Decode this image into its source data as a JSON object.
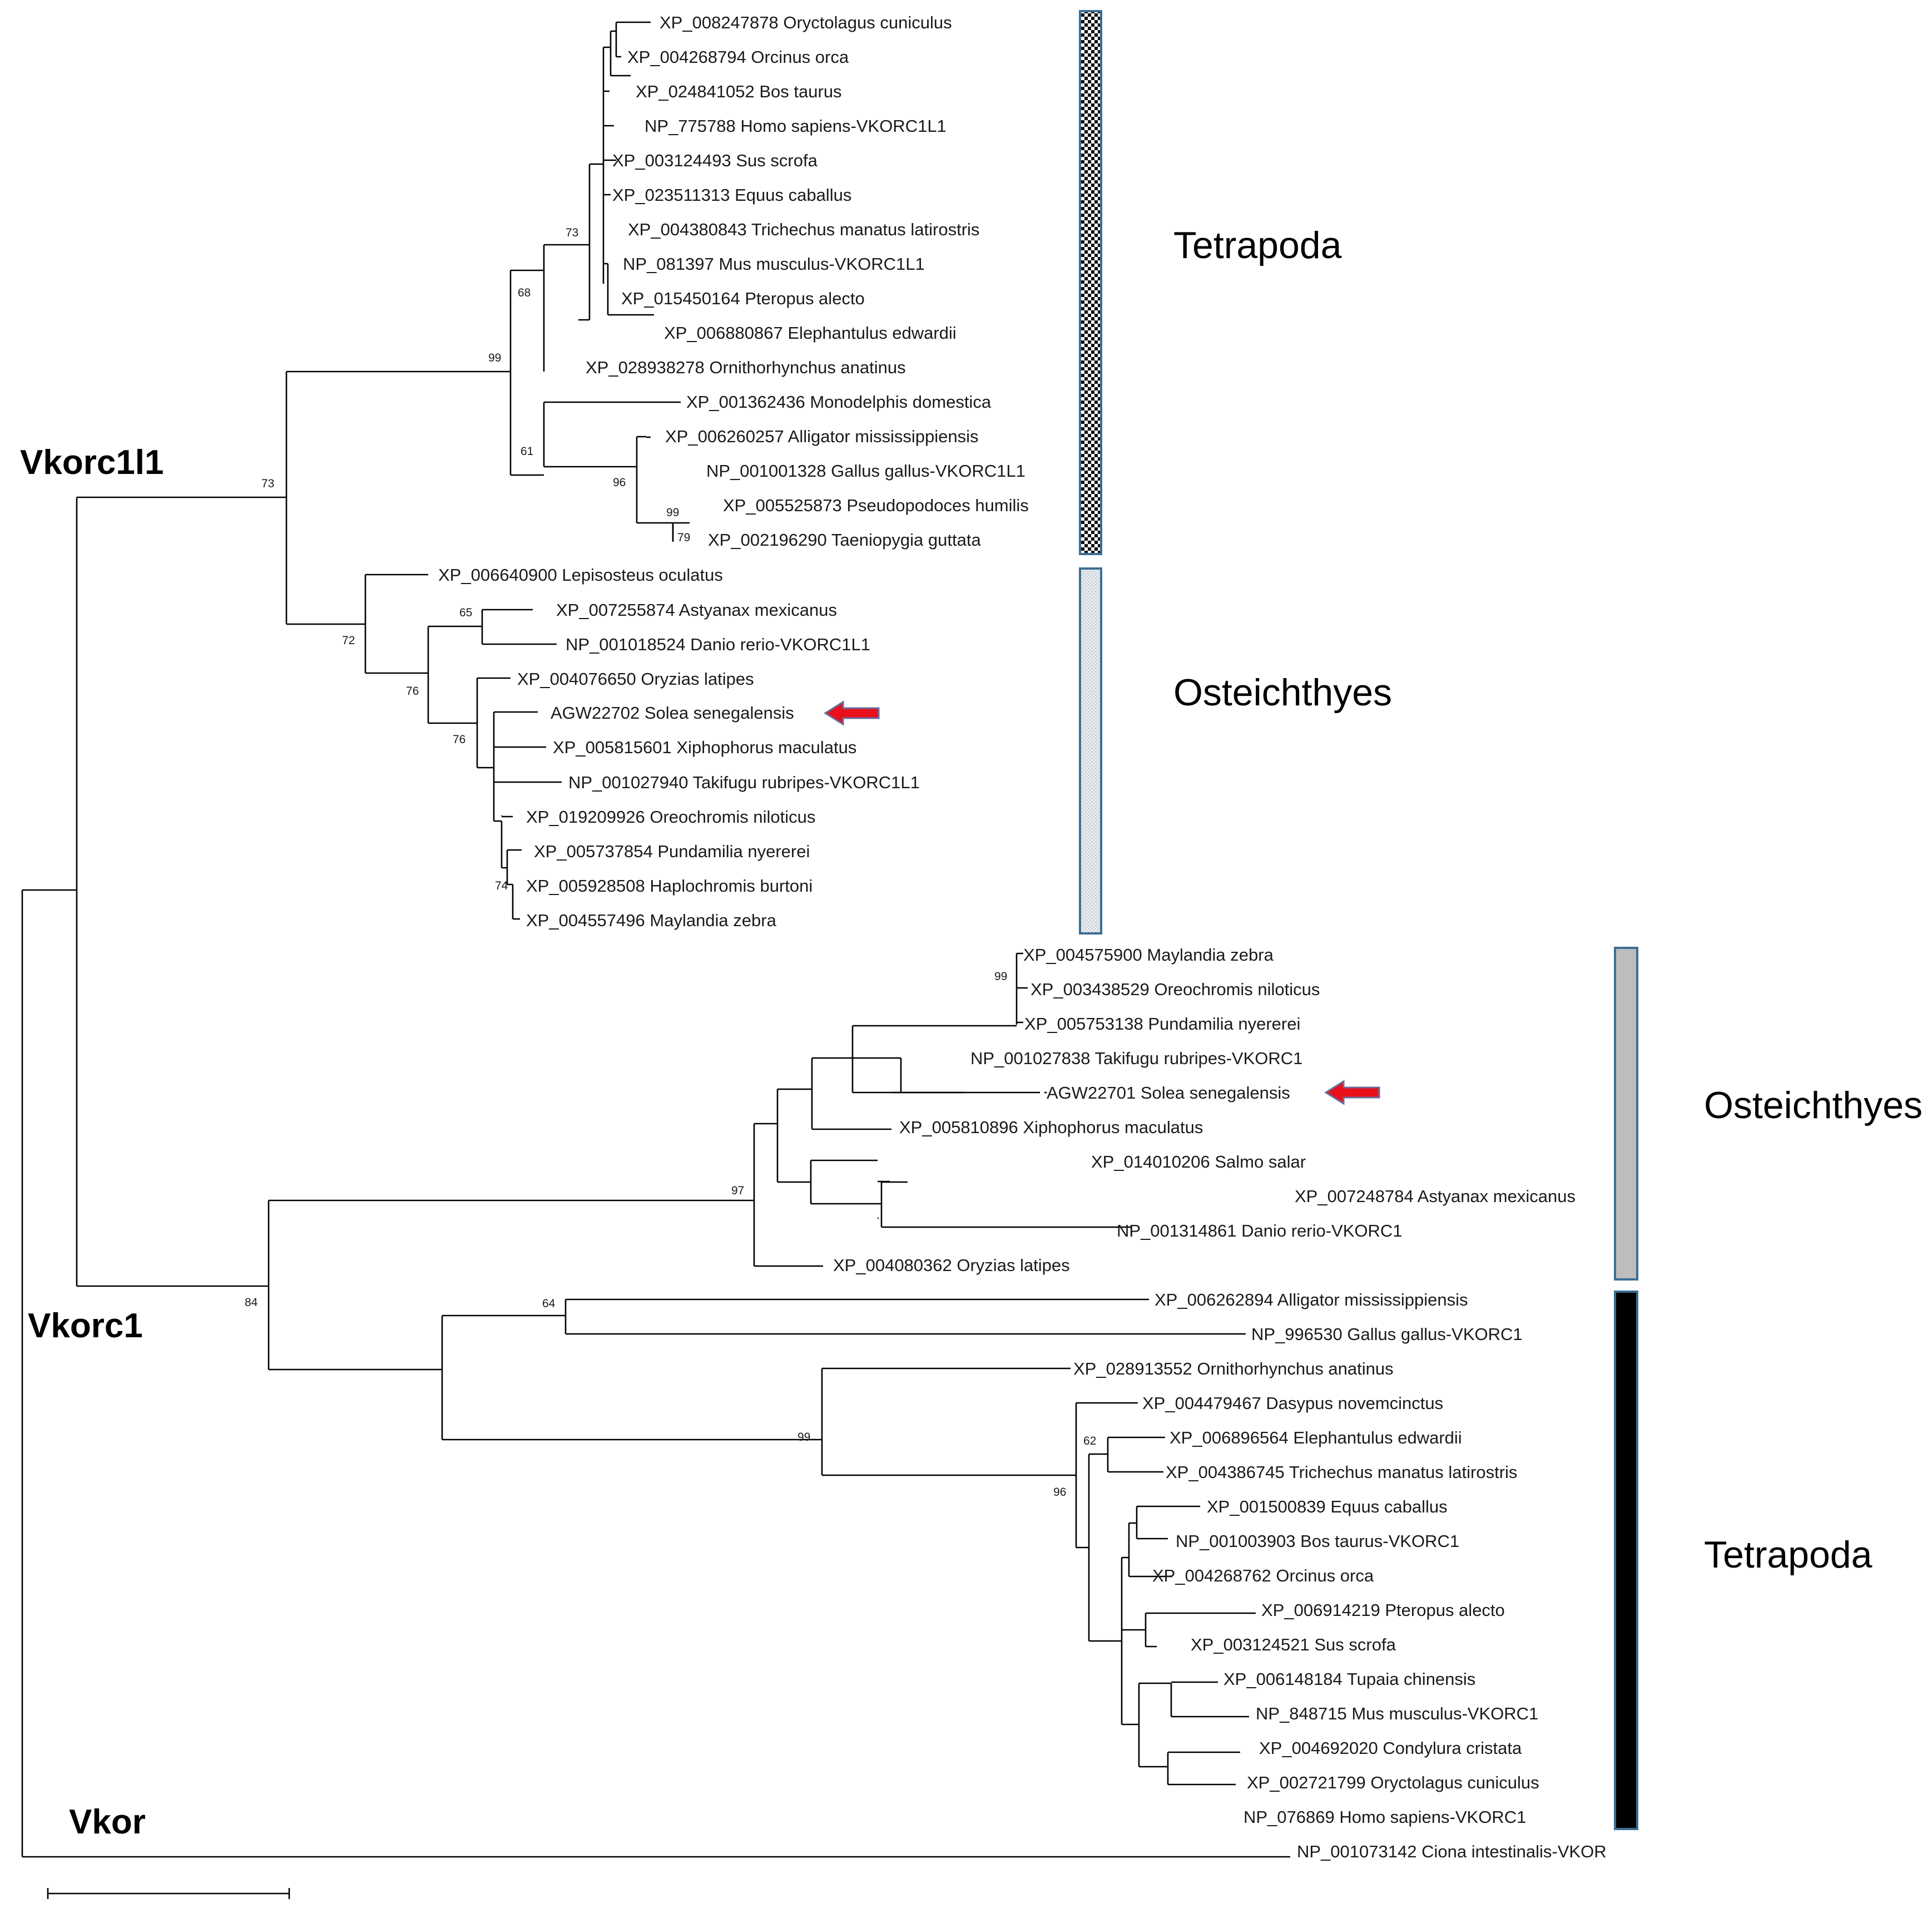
{
  "colors": {
    "branch": "#000000",
    "arrow_fill": "#e8101a",
    "arrow_stroke": "#6b6b9a",
    "bar_border": "#3b6f94",
    "bar_tetrapoda_2": "#000000",
    "bar_osteichthyes_2": "#bdbdbd",
    "bar_osteichthyes_1": "#e7ebef"
  },
  "groups": {
    "vkorc1l1": "Vkorc1l1",
    "vkorc1": "Vkorc1",
    "vkor": "Vkor"
  },
  "clades": {
    "tetrapoda_1": "Tetrapoda",
    "osteichthyes_1": "Osteichthyes",
    "osteichthyes_2": "Osteichthyes",
    "tetrapoda_2": "Tetrapoda"
  },
  "bars": {
    "tetrapoda_1": {
      "pattern": "checkered"
    },
    "osteichthyes_1": {
      "pattern": "fine-dotted"
    },
    "osteichthyes_2": {
      "pattern": "solid-grey"
    },
    "tetrapoda_2": {
      "pattern": "solid-black"
    }
  },
  "arrows": [
    "red-arrow-icon",
    "red-arrow-icon"
  ],
  "leaves": [
    "XP_008247878 Oryctolagus cuniculus",
    "XP_004268794 Orcinus orca",
    "XP_024841052 Bos taurus",
    "NP_775788 Homo sapiens-VKORC1L1",
    "XP_003124493 Sus scrofa",
    "XP_023511313 Equus caballus",
    "XP_004380843 Trichechus manatus latirostris",
    "NP_081397 Mus musculus-VKORC1L1",
    "XP_015450164 Pteropus alecto",
    "XP_006880867 Elephantulus edwardii",
    "XP_028938278 Ornithorhynchus anatinus",
    "XP_001362436 Monodelphis domestica",
    "XP_006260257 Alligator mississippiensis",
    "NP_001001328 Gallus gallus-VKORC1L1",
    "XP_005525873 Pseudopodoces humilis",
    "XP_002196290 Taeniopygia guttata",
    "XP_006640900 Lepisosteus oculatus",
    "XP_007255874 Astyanax mexicanus",
    "NP_001018524 Danio rerio-VKORC1L1",
    "XP_004076650 Oryzias latipes",
    "AGW22702 Solea senegalensis",
    "XP_005815601 Xiphophorus maculatus",
    "NP_001027940 Takifugu rubripes-VKORC1L1",
    "XP_019209926 Oreochromis niloticus",
    "XP_005737854 Pundamilia nyererei",
    "XP_005928508 Haplochromis burtoni",
    "XP_004557496 Maylandia zebra",
    "XP_004575900 Maylandia zebra",
    "XP_003438529 Oreochromis niloticus",
    "XP_005753138 Pundamilia nyererei",
    "NP_001027838 Takifugu rubripes-VKORC1",
    "AGW22701 Solea senegalensis",
    "XP_005810896 Xiphophorus maculatus",
    "XP_014010206 Salmo salar",
    "XP_007248784 Astyanax mexicanus",
    "NP_001314861 Danio rerio-VKORC1",
    "XP_004080362 Oryzias latipes",
    "XP_006262894 Alligator mississippiensis",
    "NP_996530 Gallus gallus-VKORC1",
    "XP_028913552 Ornithorhynchus anatinus",
    "XP_004479467 Dasypus novemcinctus",
    "XP_006896564 Elephantulus edwardii",
    "XP_004386745 Trichechus manatus latirostris",
    "XP_001500839 Equus caballus",
    "NP_001003903 Bos taurus-VKORC1",
    "XP_004268762 Orcinus orca",
    "XP_006914219 Pteropus alecto",
    "XP_003124521 Sus scrofa",
    "XP_006148184 Tupaia chinensis",
    "NP_848715 Mus musculus-VKORC1",
    "XP_004692020 Condylura cristata",
    "XP_002721799 Oryctolagus cuniculus",
    "NP_076869 Homo sapiens-VKORC1",
    "NP_001073142 Ciona intestinalis-VKOR"
  ],
  "bootstraps": [
    "73",
    "68",
    "99",
    "61",
    "96",
    "99",
    "79",
    "73",
    "65",
    "72",
    "76",
    "76",
    "74",
    "99",
    "97",
    "84",
    "64",
    "99",
    "62",
    "96"
  ]
}
